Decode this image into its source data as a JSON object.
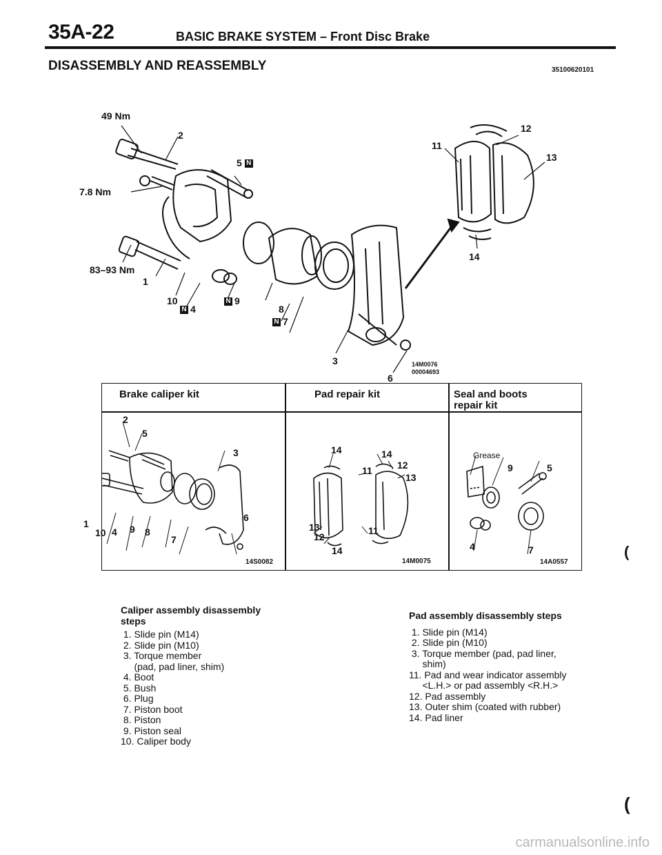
{
  "header": {
    "page_number": "35A-22",
    "title": "BASIC BRAKE SYSTEM – Front Disc Brake",
    "section_title": "DISASSEMBLY AND REASSEMBLY",
    "doc_code": "35100620101"
  },
  "main_diagram": {
    "torques": [
      "49 Nm",
      "7.8 Nm",
      "83–93 Nm"
    ],
    "labels": [
      "1",
      "2",
      "3",
      "4",
      "5",
      "6",
      "7",
      "8",
      "9",
      "10",
      "11",
      "12",
      "13",
      "14"
    ],
    "code_1": "14M0076",
    "code_2": "00004693"
  },
  "kits": {
    "caliper": {
      "title": "Brake caliper kit",
      "code": "14S0082",
      "labels": [
        "2",
        "5",
        "3",
        "1",
        "10",
        "4",
        "9",
        "8",
        "7",
        "6"
      ]
    },
    "pad": {
      "title": "Pad repair kit",
      "code": "14M0075",
      "labels": [
        "14",
        "14",
        "11",
        "12",
        "13",
        "13",
        "11",
        "12",
        "14"
      ]
    },
    "seal": {
      "title_line1": "Seal   and   boots",
      "title_line2": "repair kit",
      "grease": "Grease",
      "code": "14A0557",
      "labels": [
        "9",
        "5",
        "4",
        "7"
      ]
    }
  },
  "caliper_steps": {
    "heading_1": "Caliper assembly disassembly",
    "heading_2": "steps",
    "items": [
      " 1. Slide pin (M14)",
      " 2. Slide pin (M10)",
      " 3. Torque member",
      "     (pad, pad liner, shim)",
      " 4. Boot",
      " 5. Bush",
      " 6. Plug",
      " 7. Piston boot",
      " 8. Piston",
      " 9. Piston seal",
      "10. Caliper body"
    ]
  },
  "pad_steps": {
    "heading": "Pad assembly disassembly steps",
    "items": [
      " 1. Slide pin (M14)",
      " 2. Slide pin (M10)",
      " 3. Torque member (pad, pad liner,",
      "     shim)",
      "11. Pad and wear indicator assembly",
      "     <L.H.> or pad assembly <R.H.>",
      "12. Pad assembly",
      "13. Outer shim (coated with rubber)",
      "14. Pad liner"
    ]
  },
  "footer": {
    "watermark": "carmanualsonline.info"
  },
  "marks": {
    "new_part": "N",
    "margin": "("
  }
}
